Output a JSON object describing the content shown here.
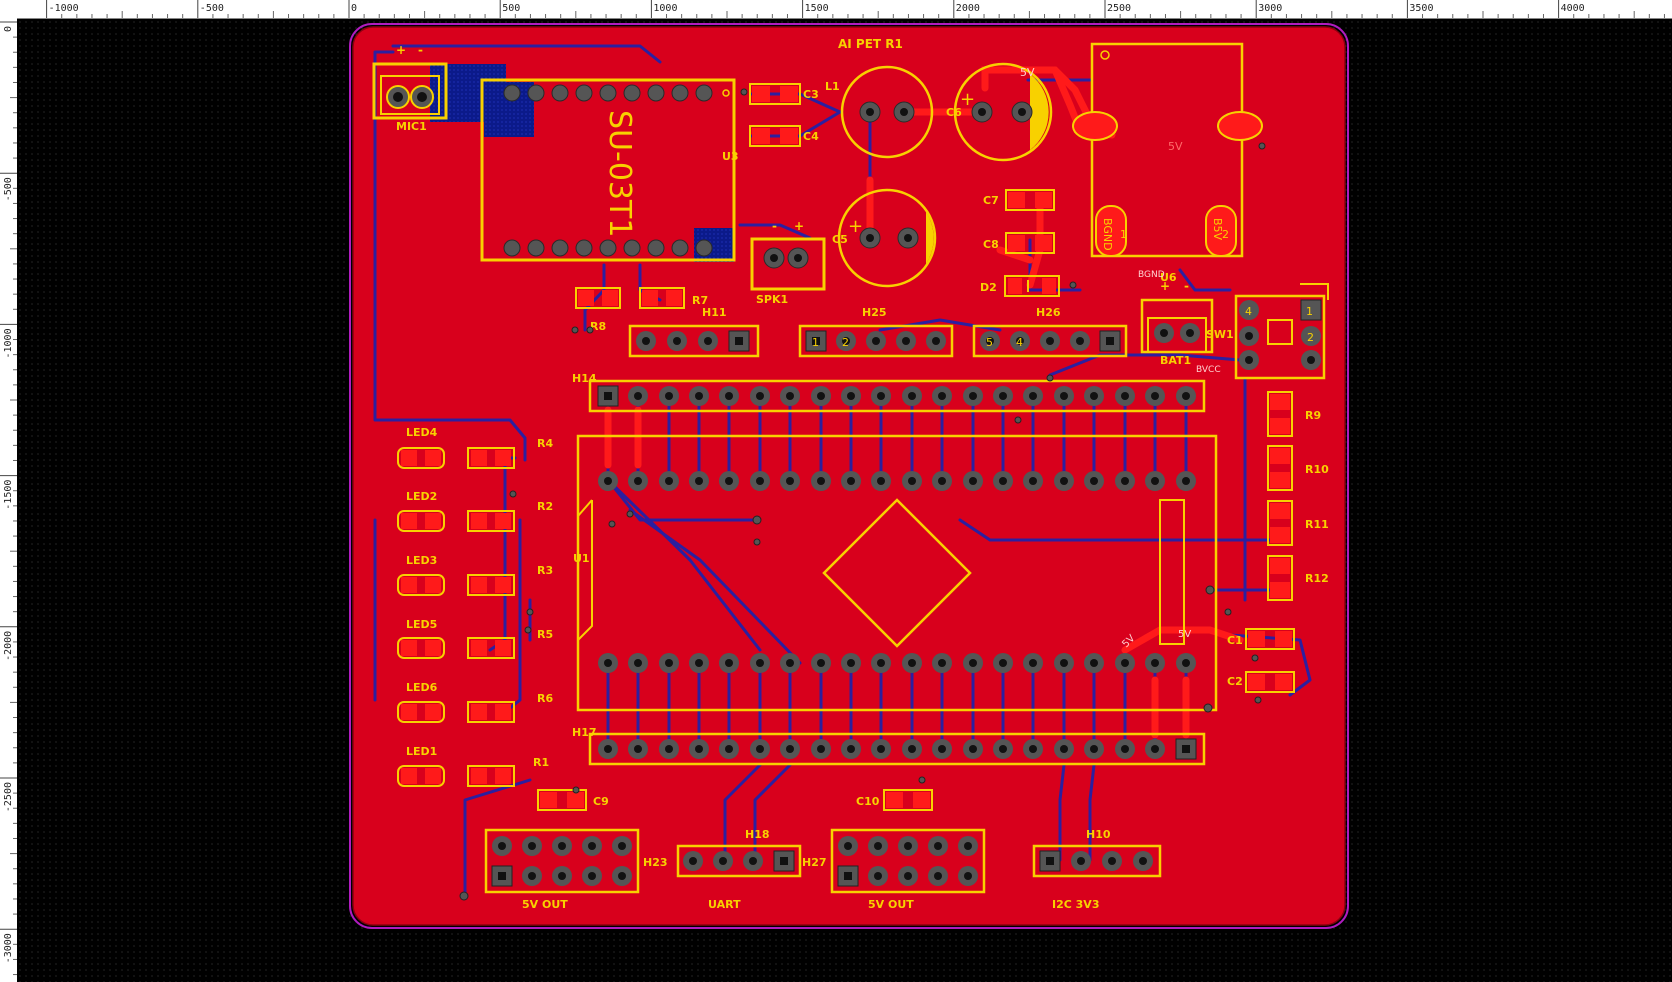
{
  "ruler": {
    "x_ticks": [
      "-1000",
      "-500",
      "0",
      "500",
      "1000",
      "1500",
      "2000",
      "2500",
      "3000",
      "3500",
      "4000"
    ],
    "y_ticks": [
      "0",
      "-500",
      "-1000",
      "-1500",
      "-2000",
      "-2500",
      "-3000"
    ]
  },
  "colors": {
    "canvas": "#000000",
    "copper": "#d8001c",
    "track": "#2b1fa0",
    "silk": "#f8d100",
    "outline": "#b01cc0",
    "pad": "#ff1a1a"
  },
  "board": {
    "title": "AI PET R1",
    "module_text": "SU-03T1",
    "labels": {
      "mic": "MIC1",
      "u3": "U3",
      "l1": "L1",
      "c3": "C3",
      "c4": "C4",
      "c5": "C5",
      "c6": "C6",
      "c7": "C7",
      "c8": "C8",
      "d2": "D2",
      "u6": "U6",
      "spk": "SPK1",
      "r7": "R7",
      "r8": "R8",
      "h11": "H11",
      "h25": "H25",
      "h26": "H26",
      "bat": "BAT1",
      "sw": "SW1",
      "h14": "H14",
      "u1": "U1",
      "h17": "H17",
      "led4": "LED4",
      "led2": "LED2",
      "led3": "LED3",
      "led5": "LED5",
      "led6": "LED6",
      "led1": "LED1",
      "r4": "R4",
      "r2": "R2",
      "r3": "R3",
      "r5": "R5",
      "r6": "R6",
      "r1": "R1",
      "r9": "R9",
      "r10": "R10",
      "r11": "R11",
      "r12": "R12",
      "c1": "C1",
      "c2": "C2",
      "c9": "C9",
      "c10": "C10",
      "h23": "H23",
      "h18": "H18",
      "h27": "H27",
      "h10": "H10",
      "out1": "5V OUT",
      "uart": "UART",
      "out2": "5V OUT",
      "i2c": "I2C 3V3",
      "net_5v": "5V",
      "net_bgnd": "BGND",
      "net_b5v": "B5V",
      "net_bvcc": "BVCC",
      "pin1": "1",
      "pin2": "2",
      "pin4": "4",
      "pin5": "5",
      "plus": "+",
      "minus": "-"
    }
  }
}
